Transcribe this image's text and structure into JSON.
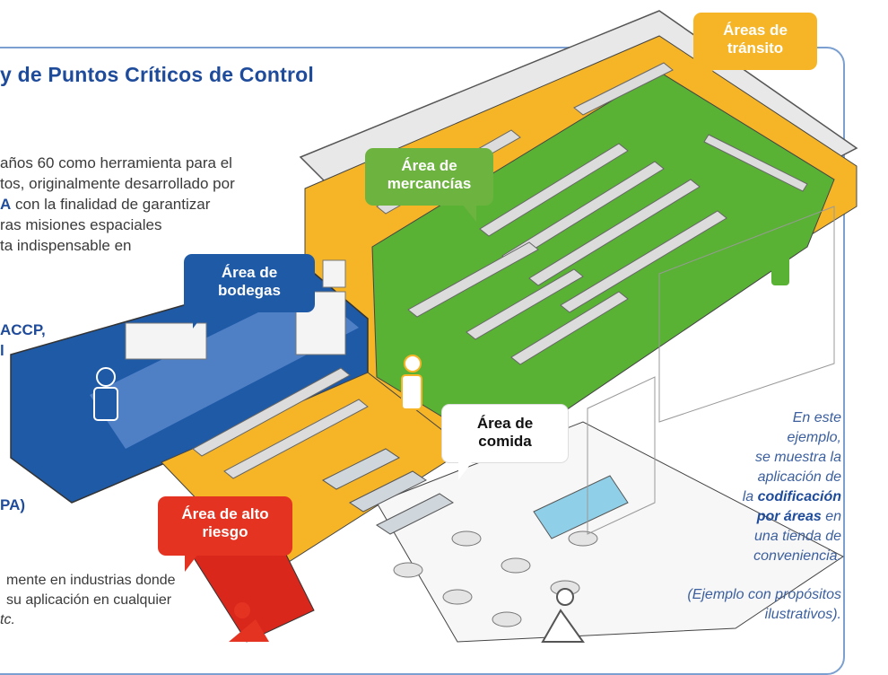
{
  "header": {
    "title": "y de Puntos Críticos de Control"
  },
  "intro_lines": [
    "años 60 como herramienta para el",
    "tos, originalmente desarrollado por",
    "con la finalidad de garantizar",
    "ras misiones espaciales",
    "ta indispensable en"
  ],
  "intro_bold_fragment": "A",
  "fragments": {
    "haccp": "ACCP,",
    "i_fragment": "l",
    "bpa": "PA)",
    "industrias": "mente en industrias donde",
    "aplicacion": "su aplicación en cualquier",
    "etc": "tc."
  },
  "callouts": {
    "transito": "Áreas de tránsito",
    "mercancias": "Área de mercancías",
    "bodegas": "Área de bodegas",
    "comida": "Área de comida",
    "alto_riesgo": "Área de alto riesgo"
  },
  "colors": {
    "transito": "#f6b527",
    "mercancias": "#6db33f",
    "bodegas": "#1f5aa7",
    "comida": "#ffffff",
    "alto_riesgo": "#e53322",
    "floor_yellow": "#f6b527",
    "floor_green": "#59b234",
    "floor_blue": "#1f5aa7",
    "floor_red": "#d9271c",
    "text_blue": "#1f4b9b"
  },
  "note": {
    "line1": "En este",
    "line2": "ejemplo,",
    "line3": "se muestra la",
    "line4": "aplicación de",
    "line5_pre": "la ",
    "line5_bold": "codificación",
    "line6_bold": "por áreas",
    "line6_post": " en",
    "line7": "una tienda de",
    "line8": "conveniencia."
  },
  "disclaimer": {
    "line1": "(Ejemplo con propósitos",
    "line2": "ilustrativos)."
  }
}
